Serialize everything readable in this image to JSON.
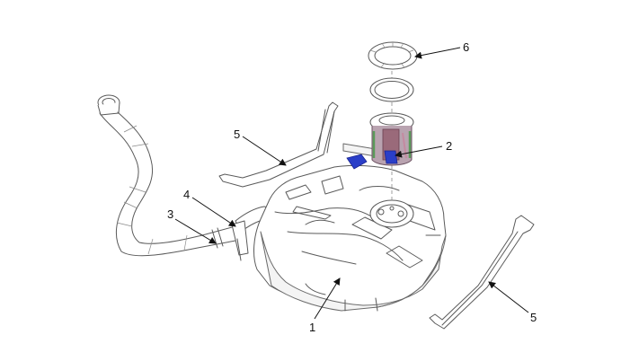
{
  "diagram": {
    "accent_colors": {
      "pump_body": "#9a6a7a",
      "pump_green": "#5a9a5a",
      "pump_blue": "#2a3ec8",
      "line": "#5a5a5a"
    },
    "callouts": [
      {
        "id": "1",
        "text": "1",
        "part": "fuel-tank"
      },
      {
        "id": "2",
        "text": "2",
        "part": "fuel-pump-assembly"
      },
      {
        "id": "3",
        "text": "3",
        "part": "filler-neck-hose"
      },
      {
        "id": "4",
        "text": "4",
        "part": "breather-hose"
      },
      {
        "id": "5a",
        "text": "5",
        "part": "tank-band-left"
      },
      {
        "id": "5b",
        "text": "5",
        "part": "tank-band-right"
      },
      {
        "id": "6",
        "text": "6",
        "part": "lock-ring"
      }
    ]
  }
}
